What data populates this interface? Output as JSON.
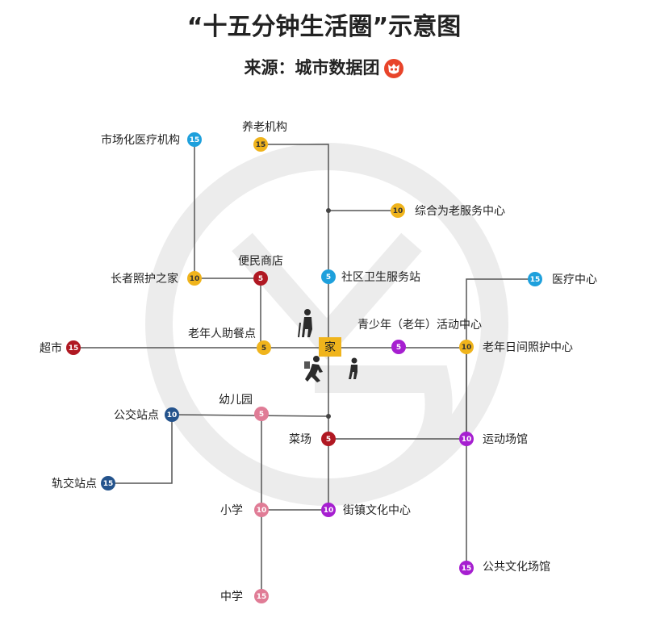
{
  "title": "“十五分钟生活圈”示意图",
  "source": "来源：城市数据团",
  "colors": {
    "line": "#555555",
    "watermark": "#ececec",
    "minutes_5_pink": "#e07c96",
    "minutes_5_red": "#b01822",
    "minutes_5_yellow": "#f0b41c",
    "minutes_5_purple": "#a61fd0",
    "minutes_10_yellow": "#f0b41c",
    "minutes_10_navy": "#24538c",
    "minutes_15_cyan": "#1ea0dc",
    "home_box": "#f0b41c"
  },
  "home": {
    "label": "家"
  },
  "nodes": [
    {
      "id": "elderly-care-institution",
      "label": "养老机构",
      "minutes": "15",
      "color": "#f0b41c"
    },
    {
      "id": "market-medical",
      "label": "市场化医疗机构",
      "minutes": "15",
      "color": "#1ea0dc"
    },
    {
      "id": "elderly-service-center",
      "label": "综合为老服务中心",
      "minutes": "10",
      "color": "#f0b41c"
    },
    {
      "id": "convenience-store",
      "label": "便民商店",
      "minutes": "5",
      "color": "#b01822"
    },
    {
      "id": "elder-care-home",
      "label": "长者照护之家",
      "minutes": "10",
      "color": "#f0b41c"
    },
    {
      "id": "community-health",
      "label": "社区卫生服务站",
      "minutes": "5",
      "color": "#1ea0dc"
    },
    {
      "id": "medical-center",
      "label": "医疗中心",
      "minutes": "15",
      "color": "#1ea0dc"
    },
    {
      "id": "elder-canteen",
      "label": "老年人助餐点",
      "minutes": "5",
      "color": "#f0b41c"
    },
    {
      "id": "youth-activity",
      "label": "青少年（老年）活动中心",
      "minutes": "5",
      "color": "#a61fd0"
    },
    {
      "id": "elder-day-care",
      "label": "老年日间照护中心",
      "minutes": "10",
      "color": "#f0b41c"
    },
    {
      "id": "supermarket",
      "label": "超市",
      "minutes": "15",
      "color": "#b01822"
    },
    {
      "id": "kindergarten",
      "label": "幼儿园",
      "minutes": "5",
      "color": "#e07c96"
    },
    {
      "id": "bus-stop",
      "label": "公交站点",
      "minutes": "10",
      "color": "#24538c"
    },
    {
      "id": "vegetable-market",
      "label": "菜场",
      "minutes": "5",
      "color": "#b01822"
    },
    {
      "id": "sports-venue",
      "label": "运动场馆",
      "minutes": "10",
      "color": "#a61fd0"
    },
    {
      "id": "rail-station",
      "label": "轨交站点",
      "minutes": "15",
      "color": "#24538c"
    },
    {
      "id": "primary-school",
      "label": "小学",
      "minutes": "10",
      "color": "#e07c96"
    },
    {
      "id": "street-culture",
      "label": "街镇文化中心",
      "minutes": "10",
      "color": "#a61fd0"
    },
    {
      "id": "public-culture",
      "label": "公共文化场馆",
      "minutes": "15",
      "color": "#a61fd0"
    },
    {
      "id": "middle-school",
      "label": "中学",
      "minutes": "15",
      "color": "#e07c96"
    }
  ]
}
